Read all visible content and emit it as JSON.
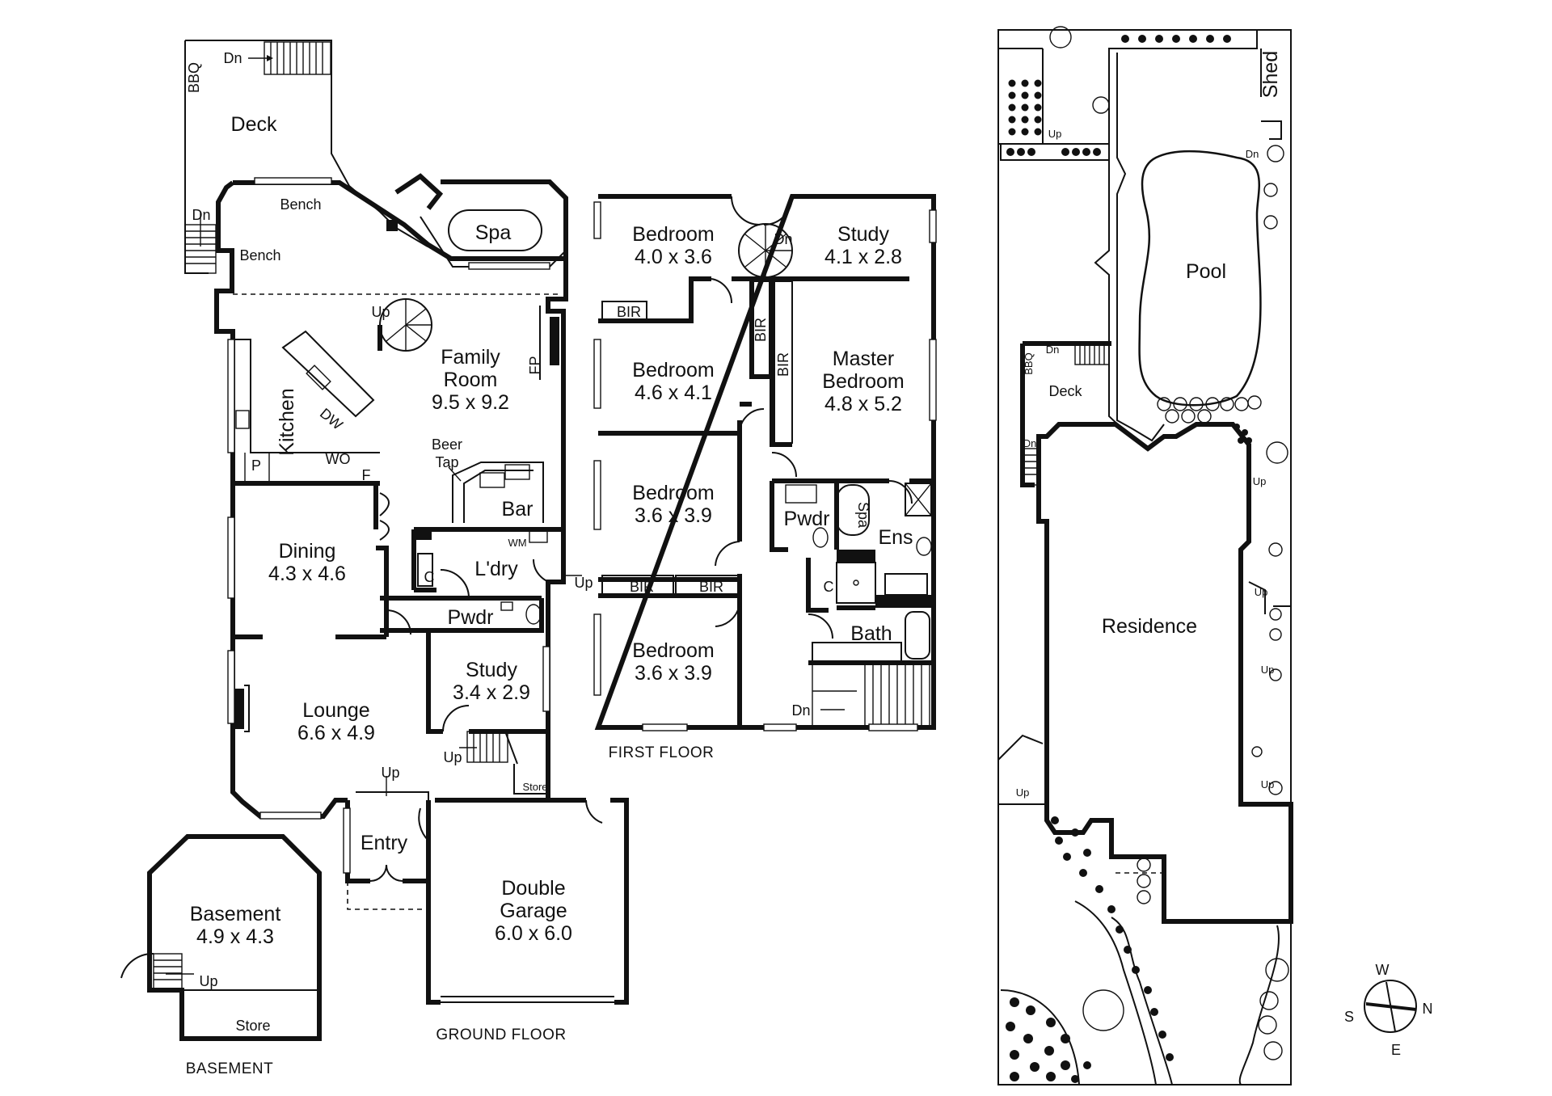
{
  "ground_floor": {
    "caption": "GROUND FLOOR",
    "deck": "Deck",
    "bbq": "BBQ",
    "dn": "Dn",
    "bench": "Bench",
    "spa": "Spa",
    "up": "Up",
    "family_room": {
      "name1": "Family",
      "name2": "Room",
      "dims": "9.5 x 9.2"
    },
    "fp": "FP",
    "kitchen": "Kitchen",
    "dw": "DW",
    "wo": "WO",
    "p": "P",
    "f": "F",
    "beer_tap1": "Beer",
    "beer_tap2": "Tap",
    "bar": "Bar",
    "wm": "WM",
    "c": "C",
    "laundry": "L'dry",
    "powder": "Pwdr",
    "dining": {
      "name": "Dining",
      "dims": "4.3 x 4.6"
    },
    "study": {
      "name": "Study",
      "dims": "3.4 x 2.9"
    },
    "lounge": {
      "name": "Lounge",
      "dims": "6.6 x 4.9"
    },
    "store": "Store",
    "entry": "Entry",
    "garage": {
      "name1": "Double",
      "name2": "Garage",
      "dims": "6.0 x 6.0"
    }
  },
  "basement": {
    "caption": "BASEMENT",
    "name": "Basement",
    "dims": "4.9 x 4.3",
    "store": "Store",
    "up": "Up"
  },
  "first_floor": {
    "caption": "FIRST FLOOR",
    "bed1": {
      "name": "Bedroom",
      "dims": "4.0 x 3.6"
    },
    "study": {
      "name": "Study",
      "dims": "4.1 x 2.8"
    },
    "bed2": {
      "name": "Bedroom",
      "dims": "4.6 x 4.1"
    },
    "master": {
      "name1": "Master",
      "name2": "Bedroom",
      "dims": "4.8 x 5.2"
    },
    "bed3": {
      "name": "Bedroom",
      "dims": "3.6 x 3.9"
    },
    "bed4": {
      "name": "Bedroom",
      "dims": "3.6 x 3.9"
    },
    "bir": "BIR",
    "dn": "Dn",
    "powder": "Pwdr",
    "spa": "Spa",
    "ens": "Ens",
    "c": "C",
    "bath": "Bath"
  },
  "site_plan": {
    "shed": "Shed",
    "pool": "Pool",
    "bbq": "BBQ",
    "deck": "Deck",
    "residence": "Residence",
    "up": "Up",
    "dn": "Dn"
  },
  "compass": {
    "w": "W",
    "n": "N",
    "s": "S",
    "e": "E"
  }
}
